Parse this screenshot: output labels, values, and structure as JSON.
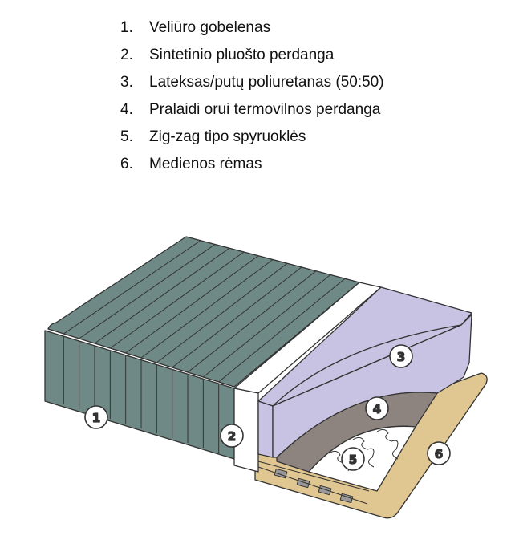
{
  "legend": [
    {
      "num": "1.",
      "label": "Veliūro gobelenas"
    },
    {
      "num": "2.",
      "label": "Sintetinio pluošto perdanga"
    },
    {
      "num": "3.",
      "label": "Lateksas/putų poliuretanas (50:50)"
    },
    {
      "num": "4.",
      "label": "Pralaidi orui termovilnos perdanga"
    },
    {
      "num": "5.",
      "label": "Zig-zag tipo spyruoklės"
    },
    {
      "num": "6.",
      "label": "Medienos rėmas"
    }
  ],
  "markers": [
    "1",
    "2",
    "3",
    "4",
    "5",
    "6"
  ],
  "colors": {
    "velvet": "#6f8a86",
    "fiber": "#ffffff",
    "foam": "#c9c3e3",
    "felt": "#8e847f",
    "frame": "#e0c690",
    "outline": "#333333"
  }
}
